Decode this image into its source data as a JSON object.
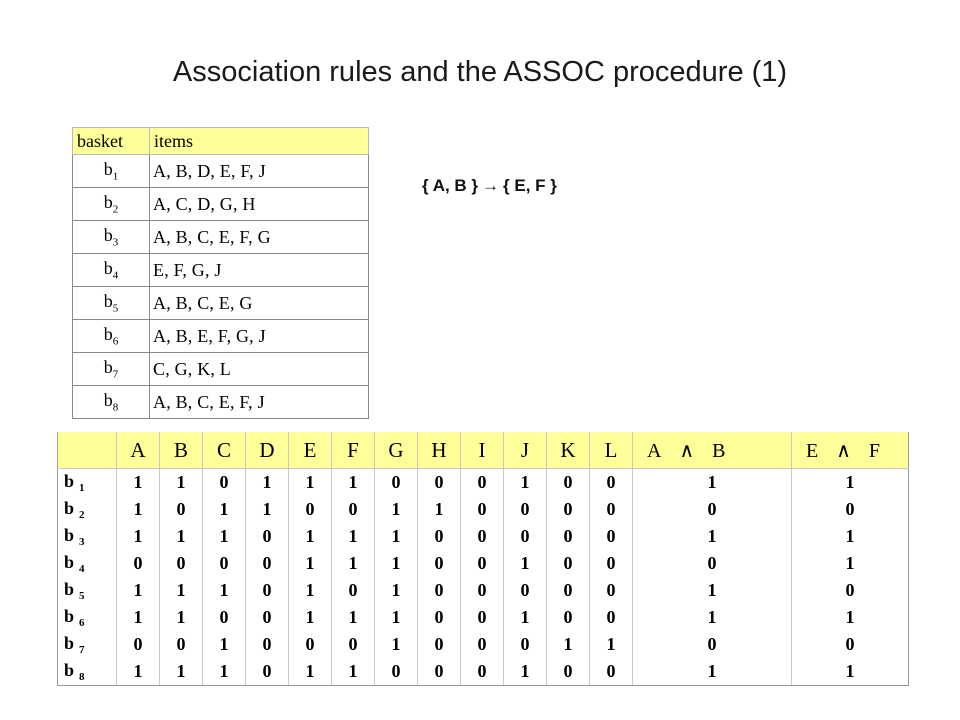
{
  "title": "Association rules and the ASSOC procedure (1)",
  "rule": {
    "lhs": "{ A, B }",
    "arrow": "→",
    "rhs": "{ E, F }"
  },
  "basket_table": {
    "headers": [
      "basket",
      "items"
    ],
    "rows": [
      {
        "base": "b",
        "sub": "1",
        "items": "A, B, D, E, F, J"
      },
      {
        "base": "b",
        "sub": "2",
        "items": "A, C, D, G, H"
      },
      {
        "base": "b",
        "sub": "3",
        "items": "A, B, C, E, F, G"
      },
      {
        "base": "b",
        "sub": "4",
        "items": "E, F, G, J"
      },
      {
        "base": "b",
        "sub": "5",
        "items": "A, B, C, E, G"
      },
      {
        "base": "b",
        "sub": "6",
        "items": "A, B, E, F, G, J"
      },
      {
        "base": "b",
        "sub": "7",
        "items": "C, G, K, L"
      },
      {
        "base": "b",
        "sub": "8",
        "items": "A, B, C, E, F, J"
      }
    ]
  },
  "binary_matrix": {
    "items": [
      "A",
      "B",
      "C",
      "D",
      "E",
      "F",
      "G",
      "H",
      "I",
      "J",
      "K",
      "L"
    ],
    "pair_headers": [
      {
        "left": "A",
        "op": "∧",
        "right": "B"
      },
      {
        "left": "E",
        "op": "∧",
        "right": "F"
      }
    ],
    "rows": [
      {
        "base": "b",
        "sub": "1",
        "values": [
          "1",
          "1",
          "0",
          "1",
          "1",
          "1",
          "0",
          "0",
          "0",
          "1",
          "0",
          "0"
        ],
        "ab": "1",
        "ef": "1"
      },
      {
        "base": "b",
        "sub": "2",
        "values": [
          "1",
          "0",
          "1",
          "1",
          "0",
          "0",
          "1",
          "1",
          "0",
          "0",
          "0",
          "0"
        ],
        "ab": "0",
        "ef": "0"
      },
      {
        "base": "b",
        "sub": "3",
        "values": [
          "1",
          "1",
          "1",
          "0",
          "1",
          "1",
          "1",
          "0",
          "0",
          "0",
          "0",
          "0"
        ],
        "ab": "1",
        "ef": "1"
      },
      {
        "base": "b",
        "sub": "4",
        "values": [
          "0",
          "0",
          "0",
          "0",
          "1",
          "1",
          "1",
          "0",
          "0",
          "1",
          "0",
          "0"
        ],
        "ab": "0",
        "ef": "1"
      },
      {
        "base": "b",
        "sub": "5",
        "values": [
          "1",
          "1",
          "1",
          "0",
          "1",
          "0",
          "1",
          "0",
          "0",
          "0",
          "0",
          "0"
        ],
        "ab": "1",
        "ef": "0"
      },
      {
        "base": "b",
        "sub": "6",
        "values": [
          "1",
          "1",
          "0",
          "0",
          "1",
          "1",
          "1",
          "0",
          "0",
          "1",
          "0",
          "0"
        ],
        "ab": "1",
        "ef": "1"
      },
      {
        "base": "b",
        "sub": "7",
        "values": [
          "0",
          "0",
          "1",
          "0",
          "0",
          "0",
          "1",
          "0",
          "0",
          "0",
          "1",
          "1"
        ],
        "ab": "0",
        "ef": "0"
      },
      {
        "base": "b",
        "sub": "8",
        "values": [
          "1",
          "1",
          "1",
          "0",
          "1",
          "1",
          "0",
          "0",
          "0",
          "1",
          "0",
          "0"
        ],
        "ab": "1",
        "ef": "1"
      }
    ]
  }
}
